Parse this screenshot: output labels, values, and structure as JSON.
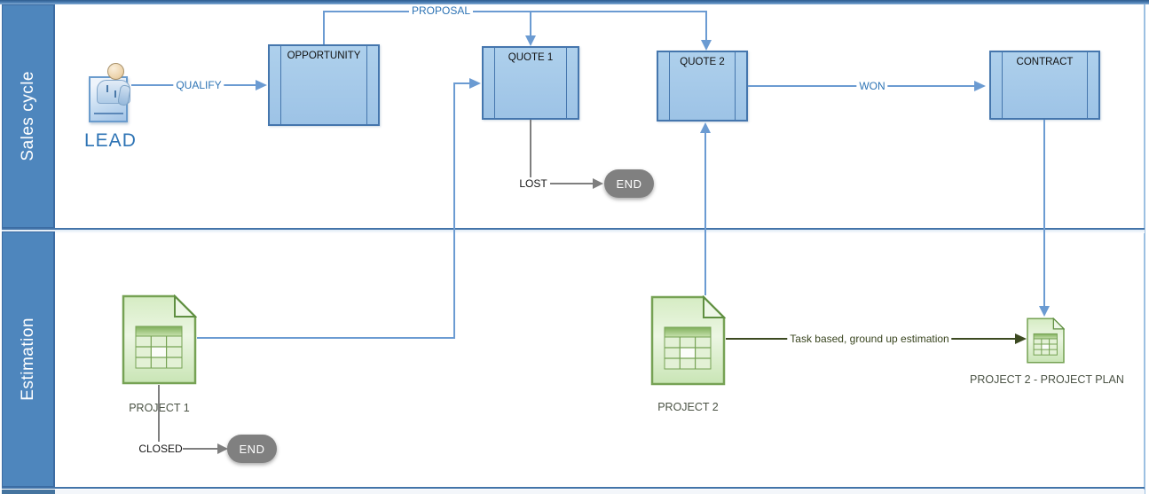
{
  "lanes": [
    {
      "label": "Sales cycle"
    },
    {
      "label": "Estimation"
    }
  ],
  "nodes": {
    "lead": {
      "label": "LEAD",
      "icon": "person-icon"
    },
    "opportunity": {
      "label": "OPPORTUNITY"
    },
    "quote1": {
      "label": "QUOTE 1"
    },
    "quote2": {
      "label": "QUOTE 2"
    },
    "contract": {
      "label": "CONTRACT"
    },
    "end_sales": {
      "label": "END"
    },
    "project1": {
      "label": "PROJECT 1",
      "icon": "document-table-icon"
    },
    "project2": {
      "label": "PROJECT 2",
      "icon": "document-table-icon"
    },
    "end_estimation": {
      "label": "END"
    },
    "project2_plan": {
      "label": "PROJECT 2 - PROJECT PLAN",
      "icon": "document-table-icon"
    }
  },
  "connectors": {
    "qualify": {
      "label": "QUALIFY",
      "from": "lead",
      "to": "opportunity"
    },
    "proposal": {
      "label": "PROPOSAL",
      "from": "opportunity",
      "to": "quote1, quote2"
    },
    "won": {
      "label": "WON",
      "from": "quote2",
      "to": "contract"
    },
    "lost": {
      "label": "LOST",
      "from": "quote1",
      "to": "end_sales"
    },
    "closed": {
      "label": "CLOSED",
      "from": "project1",
      "to": "end_estimation"
    },
    "task_based": {
      "label": "Task based, ground up estimation",
      "from": "project2",
      "to": "project2_plan"
    }
  },
  "colors": {
    "lane_bar": "#4e86bd",
    "lane_border": "#3c6ca3",
    "box_fill": "#9dc3e6",
    "box_border": "#4576ad",
    "connector_blue": "#6b9bd2",
    "connector_label_blue": "#2e74b5",
    "connector_gray": "#7f7f7f",
    "end_capsule_fill": "#808080",
    "doc_border_green": "#76a254",
    "doc_fill_green": "#d9eec9",
    "task_arrow_olive": "#3c4a21"
  }
}
